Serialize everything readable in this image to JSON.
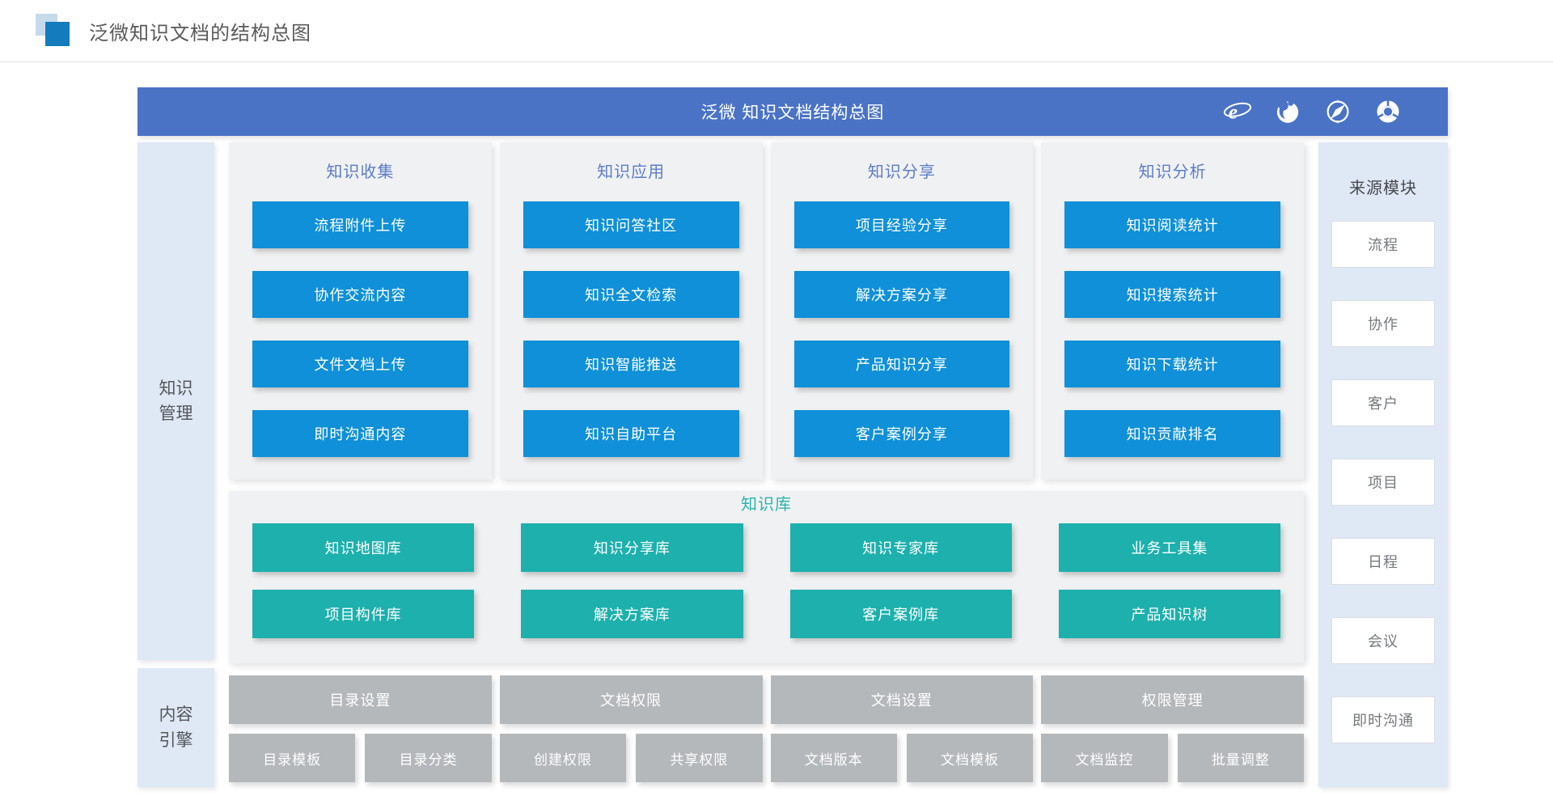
{
  "page": {
    "title": "泛微知识文档的结构总图"
  },
  "banner": {
    "title": "泛微 知识文档结构总图",
    "icons": [
      "ie-icon",
      "firefox-icon",
      "safari-icon",
      "chrome-icon"
    ]
  },
  "left_sidebar": {
    "top_label": "知识管理",
    "bottom_label": "内容引擎"
  },
  "columns": [
    {
      "header": "知识收集",
      "buttons": [
        "流程附件上传",
        "协作交流内容",
        "文件文档上传",
        "即时沟通内容"
      ]
    },
    {
      "header": "知识应用",
      "buttons": [
        "知识问答社区",
        "知识全文检索",
        "知识智能推送",
        "知识自助平台"
      ]
    },
    {
      "header": "知识分享",
      "buttons": [
        "项目经验分享",
        "解决方案分享",
        "产品知识分享",
        "客户案例分享"
      ]
    },
    {
      "header": "知识分析",
      "buttons": [
        "知识阅读统计",
        "知识搜索统计",
        "知识下载统计",
        "知识贡献排名"
      ]
    }
  ],
  "knowledge_base": {
    "header": "知识库",
    "rows": [
      [
        "知识地图库",
        "知识分享库",
        "知识专家库",
        "业务工具集"
      ],
      [
        "项目构件库",
        "解决方案库",
        "客户案例库",
        "产品知识树"
      ]
    ]
  },
  "content_engine_groups": [
    {
      "main": "目录设置",
      "subs": [
        "目录模板",
        "目录分类"
      ]
    },
    {
      "main": "文档权限",
      "subs": [
        "创建权限",
        "共享权限"
      ]
    },
    {
      "main": "文档设置",
      "subs": [
        "文档版本",
        "文档模板"
      ]
    },
    {
      "main": "权限管理",
      "subs": [
        "文档监控",
        "批量调整"
      ]
    }
  ],
  "right_sidebar": {
    "header": "来源模块",
    "buttons": [
      "流程",
      "协作",
      "客户",
      "项目",
      "日程",
      "会议",
      "即时沟通"
    ]
  },
  "colors": {
    "banner_blue": "#4a73c5",
    "node_blue": "#0f90d8",
    "node_teal": "#1db0ad",
    "node_gray": "#b5b8bb",
    "sidebar_bg": "#dfe8f5",
    "panel_bg": "#f0f1f2",
    "column_header_blue": "#5b7dc9",
    "kb_header_teal": "#2ab3ae",
    "logo_light_blue": "#c5dbec",
    "logo_dark_blue": "#147bbd"
  }
}
